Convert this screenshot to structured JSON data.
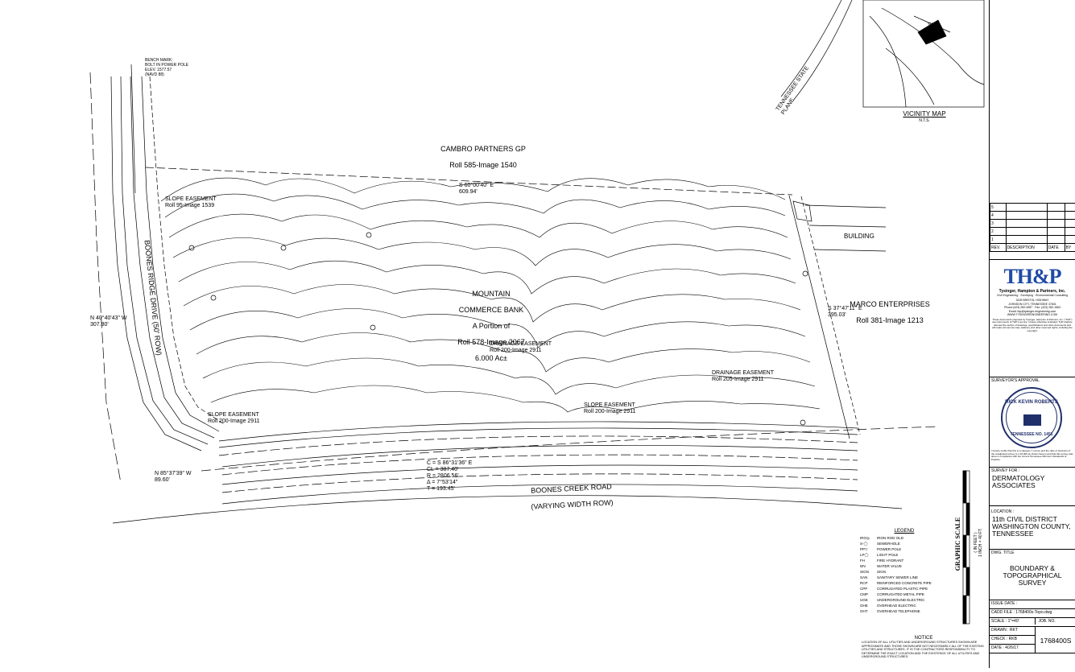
{
  "adjoiners": {
    "north_owner": "CAMBRO PARTNERS GP",
    "north_deed": "Roll 585-Image 1540",
    "east_owner": "MARCO ENTERPRISES",
    "east_deed": "Roll 381-Image 1213",
    "east_building": "BUILDING"
  },
  "parcel": {
    "line1": "MOUNTAIN",
    "line2": "COMMERCE BANK",
    "line3": "A Portion of",
    "line4": "Roll 578-Image 2067",
    "line5": "6.000 Ac±"
  },
  "roads": {
    "west": "BOONES RIDGE DRIVE (50' ROW)",
    "south_name": "BOONES CREEK ROAD",
    "south_width": "(VARYING WIDTH ROW)",
    "interstate": "TENNESSEE STATE PLANE"
  },
  "bearings": {
    "north": "S 60°00'40\" E\n609.94'",
    "west": "N 40°40'43\" W\n307.80'",
    "east": "S 37°47'11\" E\n395.03'",
    "southwest": "N 85°37'39\" W\n89.60'",
    "south_curve": "C = S 86°31'36\" E\nCL = 387.40'\nR = 2806.56'\nΔ = 7°53'14\"\nT = 193.45'"
  },
  "easements": {
    "slope_west": "SLOPE EASEMENT\nRoll 95-Image 1539",
    "slope_south": "SLOPE EASEMENT\nRoll 200-Image 2911",
    "slope_south2": "SLOPE EASEMENT\nRoll 200-Image 2911",
    "drainage_mid": "DRAINAGE EASEMENT\nRoll 200-Image 2911",
    "drainage_east": "DRAINAGE EASEMENT\nRoll 205-Image 2911"
  },
  "benchmark": "BENCH MARK:\nBOLT IN POWER POLE\nELEV. 1577.57\n(NAVD 88)",
  "vicinity": {
    "site": "SITE",
    "title": "VICINITY MAP",
    "scale": "N.T.S."
  },
  "graphic_scale": {
    "title": "GRAPHIC SCALE",
    "units": "( IN FEET )\n1 inch = 40 ft."
  },
  "legend": {
    "title": "LEGEND",
    "items": [
      {
        "sym": "IRO◎",
        "desc": "IRON ROD OLD"
      },
      {
        "sym": "S-◯",
        "desc": "SEWERHOLE"
      },
      {
        "sym": "PP▽",
        "desc": "POWER POLE"
      },
      {
        "sym": "LP◯",
        "desc": "LIGHT POLE"
      },
      {
        "sym": "FH",
        "desc": "FIRE HYDRANT"
      },
      {
        "sym": "WV",
        "desc": "WATER VALVE"
      },
      {
        "sym": "SIGN",
        "desc": "SIGN"
      },
      {
        "sym": "SAN",
        "desc": "SANITARY SEWER LINE"
      },
      {
        "sym": "RCP",
        "desc": "REINFORCED CONCRETE PIPE"
      },
      {
        "sym": "CPP",
        "desc": "CORRUGATED PLASTIC PIPE"
      },
      {
        "sym": "CMP",
        "desc": "CORRUGATED METAL PIPE"
      },
      {
        "sym": "UGE",
        "desc": "UNDERGROUND ELECTRIC"
      },
      {
        "sym": "OHE",
        "desc": "OVERHEAD ELECTRIC"
      },
      {
        "sym": "OHT",
        "desc": "OVERHEAD TELEPHONE"
      }
    ]
  },
  "notice": {
    "title": "NOTICE",
    "text": "LOCATION OF ALL UTILITIES AND UNDERGROUND STRUCTURES SHOWN ARE APPROXIMATE AND THOSE SHOWN ARE NOT NECESSARILY ALL OF THE EXISTING UTILITIES AND STRUCTURES. IT IS THE CONTRACTORS RESPONSIBILITY TO DETERMINE THE EXACT LOCATION AND THE EXISTENCE OF ALL UTILITIES AND UNDERGROUND STRUCTURES."
  },
  "title_block": {
    "rev_rows": [
      "5",
      "4",
      "3",
      "2",
      "1"
    ],
    "rev_header": [
      "REV.",
      "DESCRIPTION",
      "DATE",
      "BY"
    ],
    "firm_logo": "TH&P",
    "firm_name": "Tysinger, Hampton & Partners, Inc.",
    "firm_tagline": "Civil Engineering · Surveying · Environmental Consulting",
    "firm_address": "3425 BRISTOL HIGHWAY\nJOHNSON CITY, TENNESSEE 37601\nPhone:(423) 282-2687 · Fax: (423) 282-1563\nEmail: thp@tysinger-engineering.com\nWWW.TYSINGERENGINEERING.COM",
    "disclaimer": "These documents prepared by Tysinger, Hampton & Partners, Inc. (\"THP\") are instruments of THP's service. Unless otherwise indicated, THP shall be deemed the author of drawings, specifications and other documents and will retain all common law, statutory and other reserved rights, including the copyright.",
    "approval_label": "SURVEYOR'S APPROVAL",
    "seal_text": "RICK KEVIN ROBERTS",
    "seal_state": "TENNESSEE NO. 1451",
    "certification": "I hereby certify that this is a category 1 survey and the ratio of precision of the unadjusted survey is 1:10,000 as shown hereon and that this survey was done in compliance with the current Tennessee Minimum Standards of Practice.",
    "survey_for_label": "SURVEY FOR :",
    "survey_for": "DERMATOLOGY\nASSOCIATES",
    "location_label": "LOCATION :",
    "location": "11th CIVIL DISTRICT\nWASHINGTON COUNTY,\nTENNESSEE",
    "dwg_title_label": "DWG. TITLE",
    "dwg_title": "BOUNDARY &\nTOPOGRAPHICAL\nSURVEY",
    "issue_date": "ISSUE DATE :",
    "cadd_file": "CADD FILE : 1768400s-Topo.dwg",
    "scale": "SCALE : 1\"=40'",
    "job_no_label": "JOB. NO.",
    "drawn": "DRAWN : RKT",
    "check": "CHECK : RKB",
    "date": "DATE : 4/26/17",
    "job_no": "1768400S"
  }
}
